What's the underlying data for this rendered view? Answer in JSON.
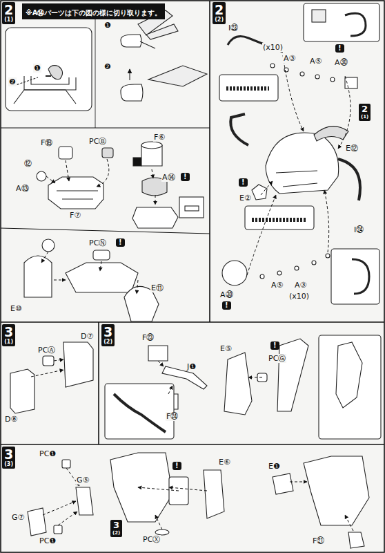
{
  "diagram": {
    "nodes": [
      {
        "text": [
          "2",
          "(1)"
        ]
      },
      {
        "text": [
          "※A⑭パーツは下の図の様に切り取ります。"
        ]
      },
      {
        "text": [
          "2",
          "(2)"
        ]
      },
      {
        "text": [
          "2",
          "(1)"
        ]
      },
      {
        "text": [
          "3",
          "(1)"
        ]
      },
      {
        "text": [
          "3",
          "(2)"
        ]
      },
      {
        "text": [
          "3",
          "(3)"
        ]
      },
      {
        "text": [
          "3",
          "(2)"
        ]
      }
    ],
    "labels": [
      "❶",
      "❷",
      "❶",
      "❷",
      "F⑱",
      "PCⒷ",
      "F⑥",
      "⑫",
      "A⑬",
      "F⑦",
      "A⑭",
      "!",
      "PCⓃ",
      "!",
      "E⑩",
      "E⑪",
      "I㉓",
      "(x10)",
      "A③",
      "A⑤",
      "!",
      "A㉚",
      "E⑫",
      "!",
      "E②",
      "I㉔",
      "A⑤",
      "A③",
      "(x10)",
      "A㉚",
      "!",
      "D⑦",
      "PCⒶ",
      "D⑧",
      "F㉓",
      "J❶",
      "F㉔",
      "E⑤",
      "!",
      "PCⒼ",
      "PC❶",
      "G⑤",
      "G⑦",
      "PC❶",
      "!",
      "E⑥",
      "PCⓍ",
      "E❶",
      "F㉑"
    ]
  }
}
